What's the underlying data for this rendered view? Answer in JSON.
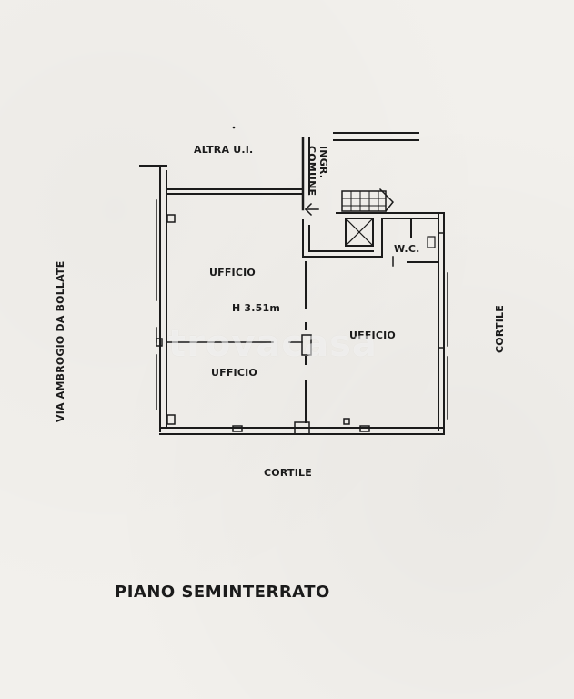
{
  "plan": {
    "labels": {
      "altra_ui": "ALTRA U.I.",
      "ingr_comune": "INGR.\nCOMUNE",
      "ufficio_top_left": "UFFICIO",
      "height": "H 3.51m",
      "ufficio_right": "UFFICIO",
      "ufficio_bottom_left": "UFFICIO",
      "wc": "W.C.",
      "via": "VIA AMBROGIO DA BOLLATE",
      "cortile_right": "CORTILE",
      "cortile_bottom": "CORTILE"
    },
    "title": "PIANO SEMINTERRATO",
    "watermark": "trovacasa"
  },
  "colors": {
    "ink": "#1b1b1b",
    "paper": "#f2f0ec"
  }
}
